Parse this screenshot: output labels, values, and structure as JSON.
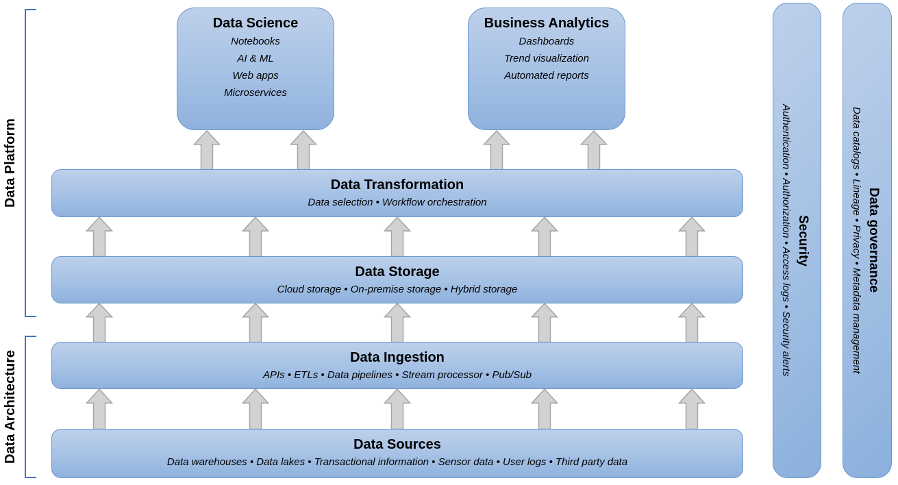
{
  "groups": {
    "platform": "Data Platform",
    "architecture": "Data Architecture"
  },
  "apps": [
    {
      "title": "Data Science",
      "items": [
        "Notebooks",
        "AI & ML",
        "Web apps",
        "Microservices"
      ]
    },
    {
      "title": "Business Analytics",
      "items": [
        "Dashboards",
        "Trend visualization",
        "Automated reports"
      ]
    }
  ],
  "layers": [
    {
      "title": "Data Transformation",
      "subtitle": "Data selection • Workflow orchestration"
    },
    {
      "title": "Data Storage",
      "subtitle": "Cloud storage • On-premise storage • Hybrid storage"
    },
    {
      "title": "Data Ingestion",
      "subtitle": "APIs • ETLs • Data pipelines • Stream processor • Pub/Sub"
    },
    {
      "title": "Data Sources",
      "subtitle": "Data warehouses • Data lakes • Transactional information • Sensor data • User logs • Third party data"
    }
  ],
  "pillars": [
    {
      "title": "Security",
      "subtitle": "Authentication • Authorization • Access logs • Security alerts"
    },
    {
      "title": "Data governance",
      "subtitle": "Data catalogs • Lineage • Privacy • Metadata management"
    }
  ],
  "colors": {
    "box_fill_light": "#bdd0ea",
    "box_fill_dark": "#8fb2dd",
    "box_border": "#6b96d1",
    "arrow_fill": "#d2d2d2",
    "arrow_border": "#a5a5a5",
    "bracket_line": "#4472c4",
    "text": "#000000"
  }
}
